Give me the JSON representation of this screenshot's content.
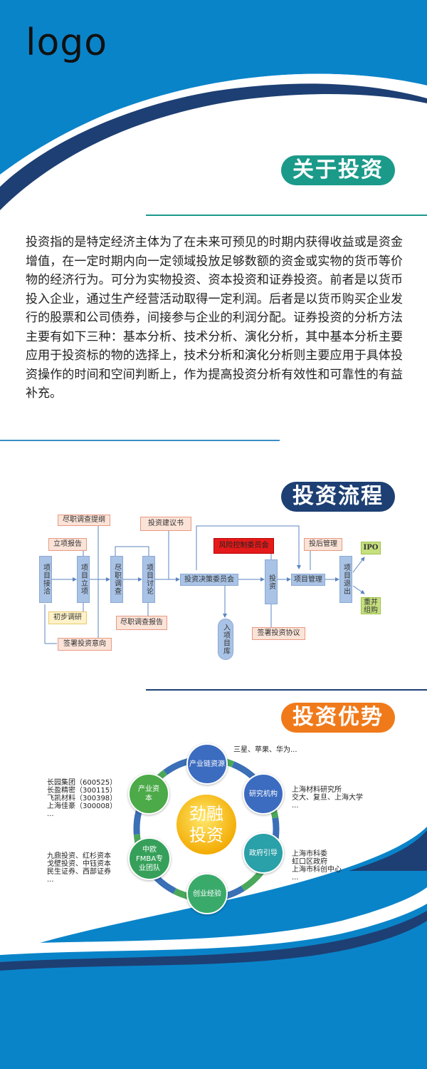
{
  "header": {
    "logo": "logo"
  },
  "about": {
    "title": "关于投资",
    "body": "投资指的是特定经济主体为了在未来可预见的时期内获得收益或是资金增值，在一定时期内向一定领域投放足够数额的资金或实物的货币等价物的经济行为。可分为实物投资、资本投资和证券投资。前者是以货币投入企业，通过生产经营活动取得一定利润。后者是以货币购买企业发行的股票和公司债券，间接参与企业的利润分配。证券投资的分析方法主要有如下三种：基本分析、技术分析、演化分析，其中基本分析主要应用于投资标的物的选择上，技术分析和演化分析则主要应用于具体投资操作的时间和空间判断上，作为提高投资分析有效性和可靠性的有益补充。"
  },
  "process": {
    "title": "投资流程",
    "steps": {
      "contact": "项目接洽",
      "approve": "项目立项",
      "diligence": "尽职调查",
      "discuss": "项目讨论",
      "committee": "投资决策委员会",
      "invest": "投资",
      "manage": "项目管理",
      "exit": "项目退出",
      "library": "入项目库",
      "ipo": "IPO",
      "merge": "重并组购"
    },
    "docs": {
      "dd_outline": "尽职调查提纲",
      "proposal": "投资建议书",
      "project_report": "立项报告",
      "risk": "风险控制委员会",
      "post_mgmt": "投后管理",
      "research": "初步调研",
      "dd_report": "尽职调查报告",
      "intent": "签署投资意向",
      "agreement": "签署投资协议"
    }
  },
  "advantage": {
    "title": "投资优势",
    "center": "劲融投资",
    "nodes": {
      "industry_chain": "产业链资源",
      "research": "研究机构",
      "gov": "政府引导",
      "startup": "创业经验",
      "fmba": "中欧FMBA专业团队",
      "capital": "产业资本"
    },
    "notes": {
      "top": "三星、苹果、华为...",
      "right_1": "上海材料研究所\n交大、复旦、上海大学\n...",
      "right_2": "上海市科委\n虹口区政府\n上海市科创中心\n...",
      "left_1": "长园集团（600525）\n长盈精密（300115）\n飞凯材料（300398）\n上海佳豪（300008）\n...",
      "left_2": "九鼎投资、红杉资本\n戈壁投资、中钰资本\n民生证券、西部证券\n..."
    }
  },
  "colors": {
    "brand_blue": "#0a7fc1",
    "navy": "#1d3f73",
    "teal": "#1b9a8a",
    "orange": "#f07a1a",
    "risk_red": "#e51a1a"
  }
}
